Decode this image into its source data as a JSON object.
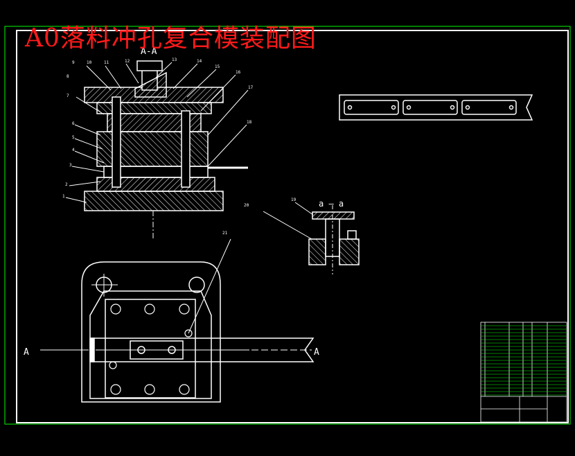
{
  "title": "A0落料冲孔复合模装配图",
  "section_label_top": "A-A",
  "section_label_left": "A",
  "section_label_right": "A",
  "detail_label": "a — a",
  "part_numbers": [
    "1",
    "2",
    "3",
    "4",
    "5",
    "6",
    "7",
    "8",
    "9",
    "10",
    "11",
    "12",
    "13",
    "14",
    "15",
    "16",
    "17",
    "18",
    "19",
    "20",
    "21"
  ],
  "colors": {
    "background": "#000000",
    "line": "#ffffff",
    "frame": "#00ff00",
    "title": "#ff1a1a"
  }
}
